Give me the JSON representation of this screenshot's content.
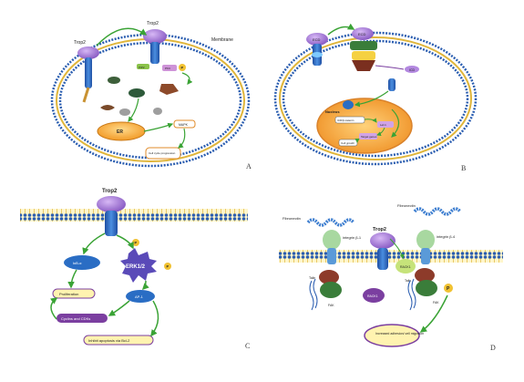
{
  "panels": {
    "a": {
      "letter": "A",
      "labels": {
        "trop2_left": "Trop2",
        "trop2_right": "Trop2",
        "membrane": "Membrane",
        "er": "ER",
        "mapk": "MAPK",
        "proliferation": "Cell cycle progression",
        "pip2": "PIP2",
        "p": "P",
        "pkc": "PKC"
      }
    },
    "b": {
      "letter": "B",
      "labels": {
        "ecd_left": "ECD",
        "ecd_right": "ECD",
        "icd": "ICD",
        "nucleus": "Nucleus",
        "icd_box": "ICD/β-catenin",
        "lef": "Lef-1",
        "targets": "Target genes",
        "proliferation": "Cell growth"
      }
    },
    "c": {
      "letter": "C",
      "labels": {
        "trop2": "Trop2",
        "p_top": "P",
        "p_erk": "P",
        "ikk": "IκB-α",
        "erk": "ERK1/2",
        "proliferation": "Proliferation",
        "ap1": "AP-1",
        "cyclin": "Cyclins and CDKs",
        "apoptosis": "Inhibit apoptosis via Bcl-2"
      }
    },
    "d": {
      "letter": "D",
      "labels": {
        "fibronectin_left": "Fibronectin",
        "fibronectin_right": "Fibronectin",
        "trop2": "Trop2",
        "integrin_left": "integrin β-1",
        "integrin_right": "integrin β-4",
        "talin_left": "Talin",
        "talin_right": "Talin",
        "fak_left": "FAK",
        "fak_right": "FAK",
        "rack1_mid": "RACK1",
        "rack1_low": "RACK1",
        "p": "P",
        "outcome": "Increased adhesion/ cell migration"
      }
    }
  },
  "colors": {
    "trop2": "#9b6fd0",
    "trop2_stalk": "#2f6bc4",
    "membrane_head": "#2a5db0",
    "membrane_tail": "#f0d35a",
    "arrow": "#3aa335",
    "nucleus": "#f2a641",
    "er": "#f5a623",
    "erk": "#6a5acd",
    "label_box": "#fff3b0"
  }
}
